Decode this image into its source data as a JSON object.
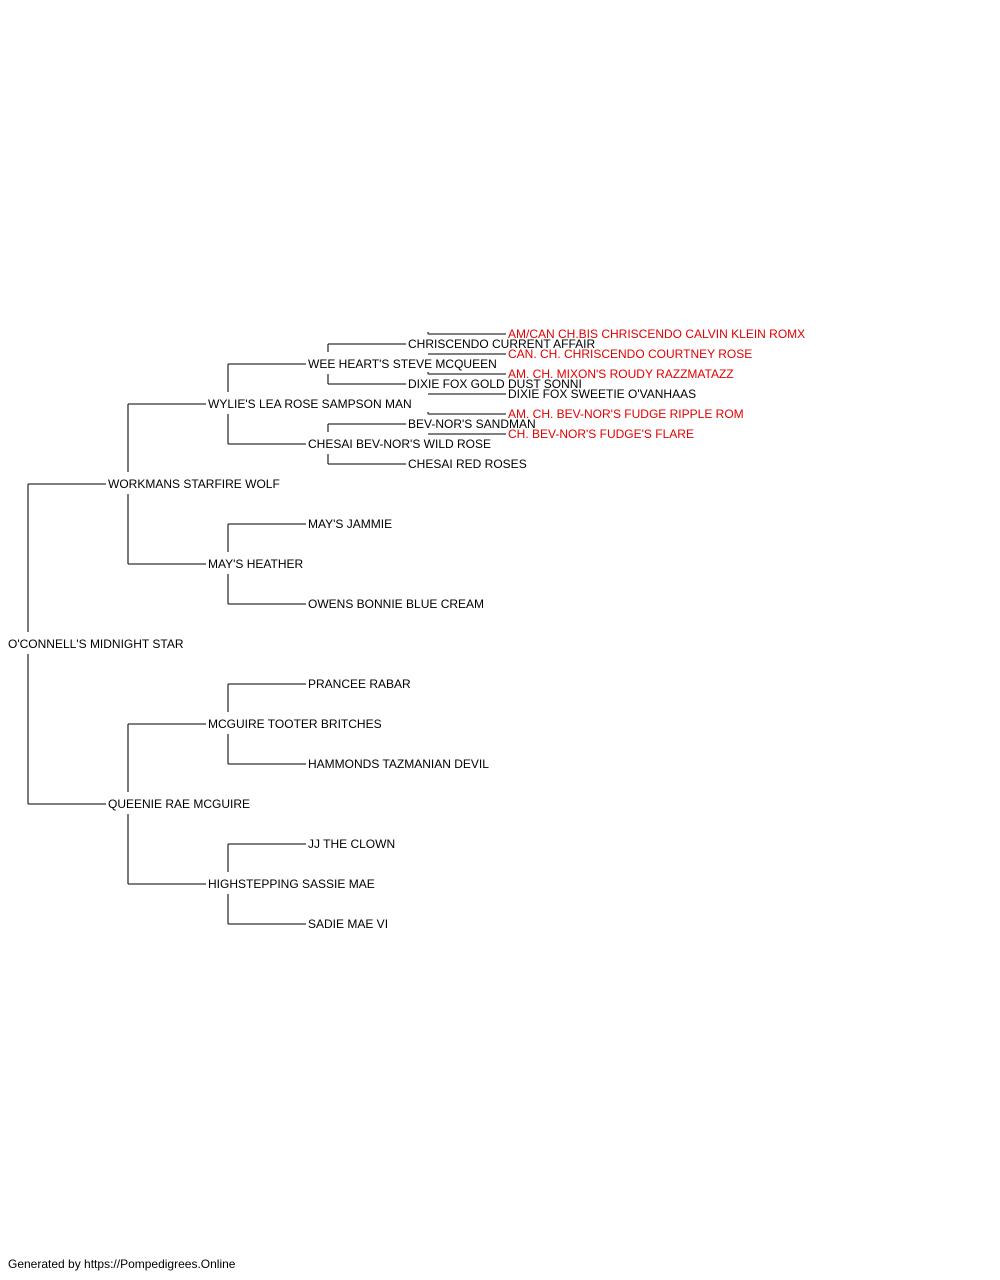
{
  "pedigree": {
    "subject": {
      "name": "O'CONNELL'S MIDNIGHT STAR",
      "champion": false
    },
    "sire": {
      "name": "WORKMANS STARFIRE WOLF",
      "champion": false,
      "sire": {
        "name": "WYLIE'S LEA ROSE SAMPSON MAN",
        "champion": false,
        "sire": {
          "name": "WEE HEART'S STEVE MCQUEEN",
          "champion": false,
          "sire": {
            "name": "CHRISCENDO CURRENT AFFAIR",
            "champion": false,
            "sire": {
              "name": "AM/CAN CH.BIS CHRISCENDO CALVIN KLEIN ROMX",
              "champion": true
            },
            "dam": {
              "name": "CAN. CH. CHRISCENDO COURTNEY ROSE",
              "champion": true
            }
          },
          "dam": {
            "name": "DIXIE FOX GOLD DUST SONNI",
            "champion": false,
            "sire": {
              "name": "AM. CH. MIXON'S ROUDY RAZZMATAZZ",
              "champion": true
            },
            "dam": {
              "name": "DIXIE FOX SWEETIE O'VANHAAS",
              "champion": false
            }
          }
        },
        "dam": {
          "name": "CHESAI BEV-NOR'S WILD ROSE",
          "champion": false,
          "sire": {
            "name": "BEV-NOR'S SANDMAN",
            "champion": false,
            "sire": {
              "name": "AM. CH. BEV-NOR'S FUDGE RIPPLE ROM",
              "champion": true
            },
            "dam": {
              "name": "CH. BEV-NOR'S FUDGE'S FLARE",
              "champion": true
            }
          },
          "dam": {
            "name": "CHESAI RED ROSES",
            "champion": false
          }
        }
      },
      "dam": {
        "name": "MAY'S HEATHER",
        "champion": false,
        "sire": {
          "name": "MAY'S JAMMIE",
          "champion": false
        },
        "dam": {
          "name": "OWENS BONNIE BLUE CREAM",
          "champion": false
        }
      }
    },
    "dam": {
      "name": "QUEENIE RAE MCGUIRE",
      "champion": false,
      "sire": {
        "name": "MCGUIRE TOOTER BRITCHES",
        "champion": false,
        "sire": {
          "name": "PRANCEE RABAR",
          "champion": false
        },
        "dam": {
          "name": "HAMMONDS TAZMANIAN DEVIL",
          "champion": false
        }
      },
      "dam": {
        "name": "HIGHSTEPPING SASSIE MAE",
        "champion": false,
        "sire": {
          "name": "JJ THE CLOWN",
          "champion": false
        },
        "dam": {
          "name": "SADIE MAE VI",
          "champion": false
        }
      }
    }
  },
  "colors": {
    "champion": "#e00000",
    "normal": "#000000",
    "line": "#333333"
  },
  "footer": "Generated by https://Pompedigrees.Online"
}
